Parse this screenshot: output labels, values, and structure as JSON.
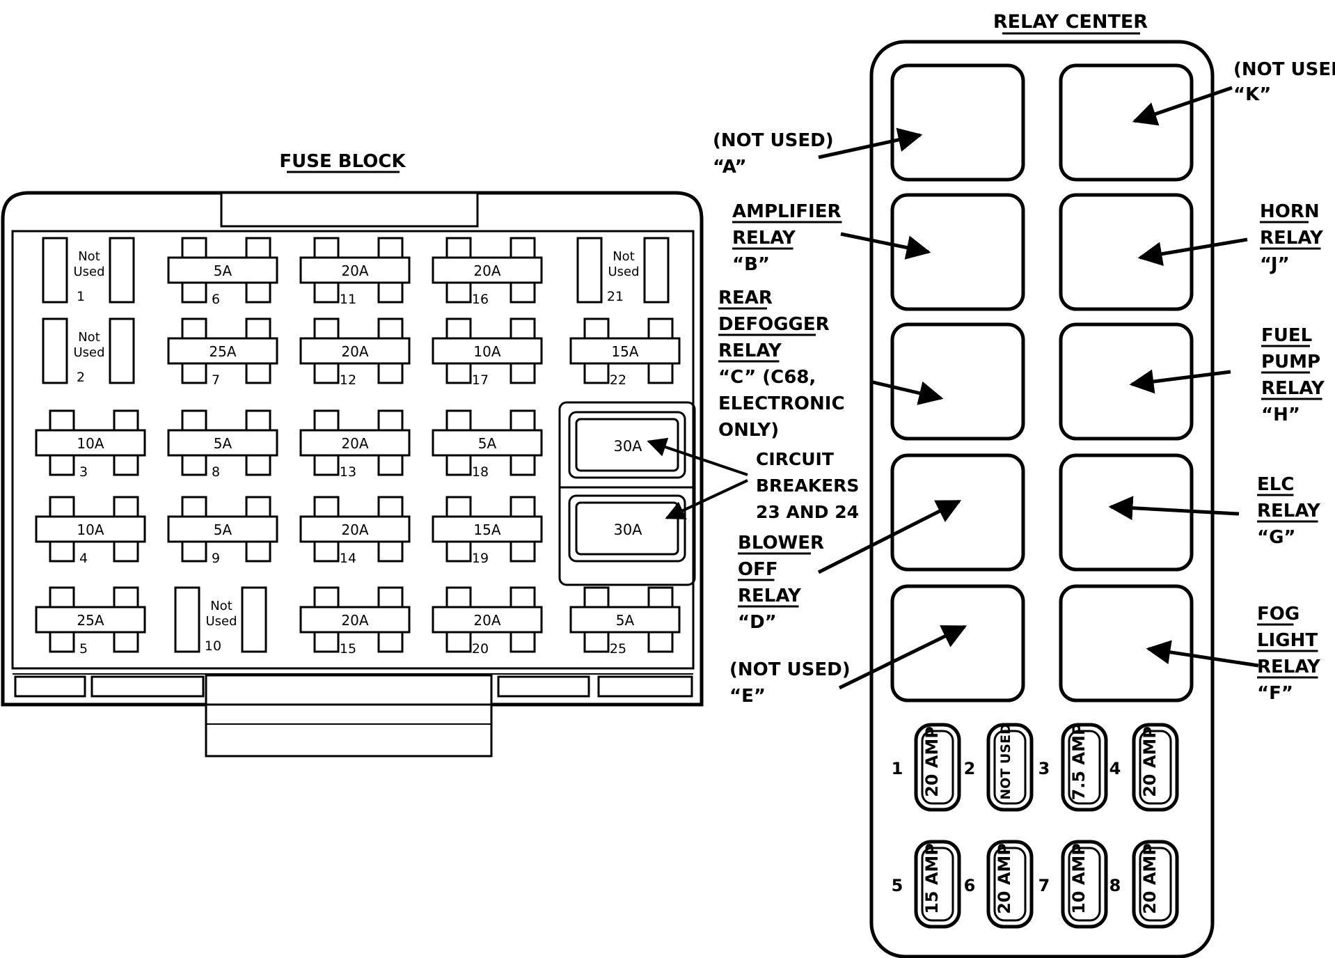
{
  "fuse_block": {
    "title": "FUSE BLOCK",
    "fuses": [
      {
        "num": "1",
        "rating": "",
        "status": "Not Used"
      },
      {
        "num": "2",
        "rating": "",
        "status": "Not Used"
      },
      {
        "num": "3",
        "rating": "10A"
      },
      {
        "num": "4",
        "rating": "10A"
      },
      {
        "num": "5",
        "rating": "25A"
      },
      {
        "num": "6",
        "rating": "5A"
      },
      {
        "num": "7",
        "rating": "25A"
      },
      {
        "num": "8",
        "rating": "5A"
      },
      {
        "num": "9",
        "rating": "5A"
      },
      {
        "num": "10",
        "rating": "",
        "status": "Not Used"
      },
      {
        "num": "11",
        "rating": "20A"
      },
      {
        "num": "12",
        "rating": "20A"
      },
      {
        "num": "13",
        "rating": "20A"
      },
      {
        "num": "14",
        "rating": "20A"
      },
      {
        "num": "15",
        "rating": "20A"
      },
      {
        "num": "16",
        "rating": "20A"
      },
      {
        "num": "17",
        "rating": "10A"
      },
      {
        "num": "18",
        "rating": "5A"
      },
      {
        "num": "19",
        "rating": "15A"
      },
      {
        "num": "20",
        "rating": "20A"
      },
      {
        "num": "21",
        "rating": "",
        "status": "Not Used"
      },
      {
        "num": "22",
        "rating": "15A"
      },
      {
        "num": "25",
        "rating": "5A"
      }
    ],
    "breakers": [
      {
        "rating": "30A"
      },
      {
        "rating": "30A"
      }
    ],
    "breaker_label": [
      "CIRCUIT",
      "BREAKERS",
      "23 AND 24"
    ]
  },
  "relay_center": {
    "title": "RELAY CENTER",
    "relays": {
      "A": [
        "(NOT USED)",
        "“A”"
      ],
      "B": [
        "AMPLIFIER",
        "RELAY",
        "“B”"
      ],
      "C": [
        "REAR",
        "DEFOGGER",
        "RELAY",
        "“C” (C68,",
        "ELECTRONIC",
        "ONLY)"
      ],
      "D": [
        "BLOWER",
        "OFF",
        "RELAY",
        "“D”"
      ],
      "E": [
        "(NOT USED)",
        "“E”"
      ],
      "K": [
        "(NOT USED)",
        "“K”"
      ],
      "J": [
        "HORN",
        "RELAY",
        "“J”"
      ],
      "H": [
        "FUEL",
        "PUMP",
        "RELAY",
        "“H”"
      ],
      "G": [
        "ELC",
        "RELAY",
        "“G”"
      ],
      "F": [
        "FOG",
        "LIGHT",
        "RELAY",
        "“F”"
      ]
    },
    "fuses": [
      {
        "num": "1",
        "rating": "20 AMP"
      },
      {
        "num": "2",
        "rating": "NOT USED"
      },
      {
        "num": "3",
        "rating": "7.5 AMP"
      },
      {
        "num": "4",
        "rating": "20 AMP"
      },
      {
        "num": "5",
        "rating": "15 AMP"
      },
      {
        "num": "6",
        "rating": "20 AMP"
      },
      {
        "num": "7",
        "rating": "10 AMP"
      },
      {
        "num": "8",
        "rating": "20 AMP"
      }
    ]
  }
}
